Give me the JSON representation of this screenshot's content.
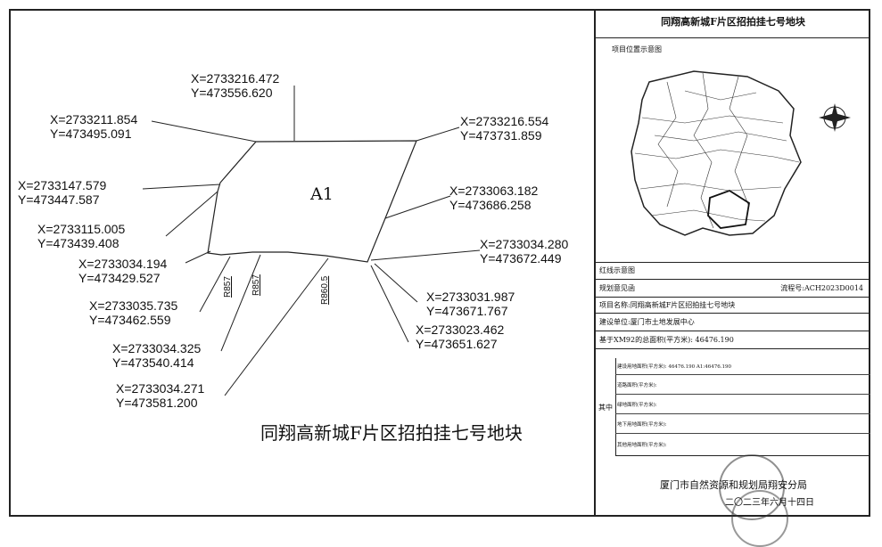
{
  "map": {
    "parcel_label": "A1",
    "title": "同翔高新城F片区招拍挂七号地块",
    "coordinates": [
      {
        "x": "X=2733216.472",
        "y": "Y=473556.620"
      },
      {
        "x": "X=2733211.854",
        "y": "Y=473495.091"
      },
      {
        "x": "X=2733147.579",
        "y": "Y=473447.587"
      },
      {
        "x": "X=2733115.005",
        "y": "Y=473439.408"
      },
      {
        "x": "X=2733034.194",
        "y": "Y=473429.527"
      },
      {
        "x": "X=2733035.735",
        "y": "Y=473462.559"
      },
      {
        "x": "X=2733034.325",
        "y": "Y=473540.414"
      },
      {
        "x": "X=2733034.271",
        "y": "Y=473581.200"
      },
      {
        "x": "X=2733216.554",
        "y": "Y=473731.859"
      },
      {
        "x": "X=2733063.182",
        "y": "Y=473686.258"
      },
      {
        "x": "X=2733034.280",
        "y": "Y=473672.449"
      },
      {
        "x": "X=2733031.987",
        "y": "Y=473671.767"
      },
      {
        "x": "X=2733023.462",
        "y": "Y=473651.627"
      }
    ],
    "radius_labels": [
      "R857",
      "R857",
      "R860.5"
    ]
  },
  "panel": {
    "title": "同翔高新城F片区招拍挂七号地块",
    "location_map_label": "项目位置示意图",
    "redline_label": "红线示意图",
    "opinion_label": "规划意见函",
    "process_no": "流程号:ACH2023D0014",
    "project_name": "项目名称:同翔高新城F片区招拍挂七号地块",
    "builder": "建设单位:厦门市土地发展中心",
    "total_area": "基于XM92的总面积(平方米): 46476.190",
    "zhong": "其中",
    "sub_rows": [
      "建设用地面积(平方米): 46476.190 A1:46476.190",
      "道路面积(平方米):",
      "绿地面积(平方米):",
      "地下用地面积(平方米):",
      "其他用地面积(平方米):"
    ],
    "bureau": "厦门市自然资源和规划局翔安分局",
    "date": "二〇二三年六月十四日"
  }
}
